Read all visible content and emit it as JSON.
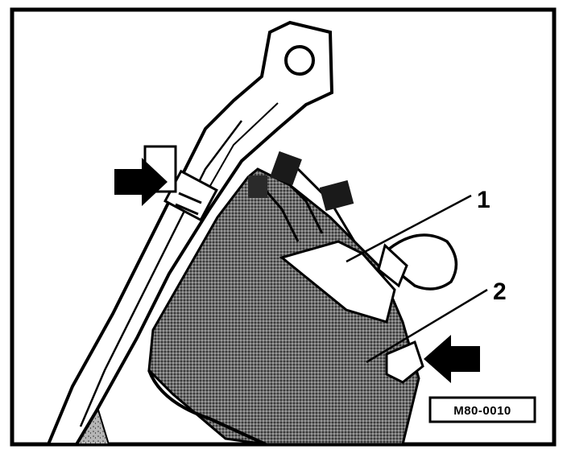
{
  "figure": {
    "callouts": [
      {
        "label": "1"
      },
      {
        "label": "2"
      }
    ],
    "reference_code": "M80-0010"
  }
}
